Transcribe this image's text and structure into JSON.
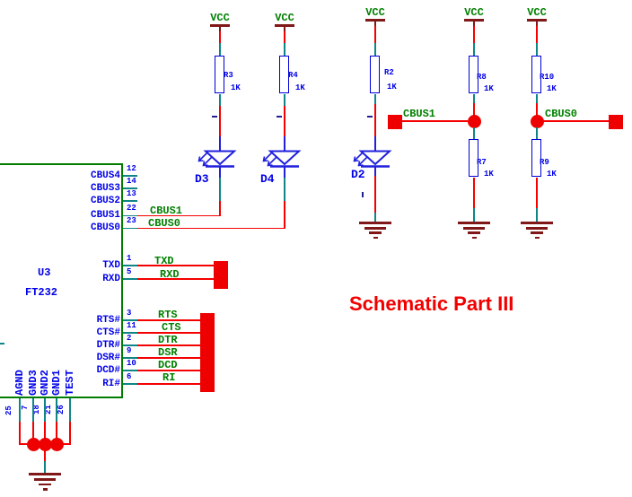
{
  "title": {
    "text": "Schematic Part III"
  },
  "power": {
    "vcc_label": "VCC"
  },
  "chip": {
    "refdes": "U3",
    "part": "FT232",
    "right_pins": [
      {
        "num": "12",
        "name": "CBUS4"
      },
      {
        "num": "14",
        "name": "CBUS3"
      },
      {
        "num": "13",
        "name": "CBUS2"
      },
      {
        "num": "22",
        "name": "CBUS1"
      },
      {
        "num": "23",
        "name": "CBUS0"
      },
      {
        "num": "1",
        "name": "TXD"
      },
      {
        "num": "5",
        "name": "RXD"
      },
      {
        "num": "3",
        "name": "RTS#"
      },
      {
        "num": "11",
        "name": "CTS#"
      },
      {
        "num": "2",
        "name": "DTR#"
      },
      {
        "num": "9",
        "name": "DSR#"
      },
      {
        "num": "10",
        "name": "DCD#"
      },
      {
        "num": "6",
        "name": "RI#"
      }
    ],
    "bottom_pins": [
      {
        "num": "25",
        "name": "AGND"
      },
      {
        "num": "7",
        "name": "GND3"
      },
      {
        "num": "18",
        "name": "GND2"
      },
      {
        "num": "21",
        "name": "GND1"
      },
      {
        "num": "26",
        "name": "TEST"
      }
    ]
  },
  "resistors": [
    {
      "ref": "R3",
      "value": "1K"
    },
    {
      "ref": "R4",
      "value": "1K"
    },
    {
      "ref": "R2",
      "value": "1K"
    },
    {
      "ref": "R8",
      "value": "1K"
    },
    {
      "ref": "R10",
      "value": "1K"
    },
    {
      "ref": "R7",
      "value": "1K"
    },
    {
      "ref": "R9",
      "value": "1K"
    }
  ],
  "leds": [
    {
      "ref": "D3"
    },
    {
      "ref": "D4"
    },
    {
      "ref": "D2"
    }
  ],
  "nets": {
    "cbus1": "CBUS1",
    "cbus0": "CBUS0",
    "txd": "TXD",
    "rxd": "RXD",
    "serial": [
      "RTS",
      "CTS",
      "DTR",
      "DSR",
      "DCD",
      "RI"
    ]
  },
  "colors": {
    "wire": "#f40000",
    "pin_stub": "#0f8585",
    "net_text": "#008000",
    "component_blue": "#0000e8",
    "power_bar": "#801818",
    "junction": "#ee0000",
    "title_red": "#f20000",
    "chip_outline": "#007c00"
  }
}
